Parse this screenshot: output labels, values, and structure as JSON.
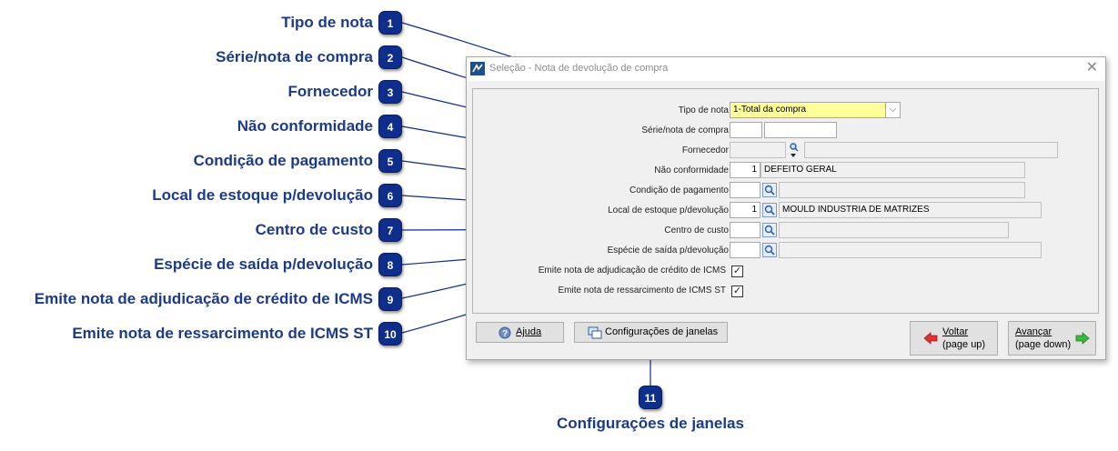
{
  "window": {
    "title": "Seleção - Nota de devolução de compra",
    "close_glyph": "✕"
  },
  "callouts": [
    {
      "num": "1",
      "label": "Tipo de nota"
    },
    {
      "num": "2",
      "label": "Série/nota de compra"
    },
    {
      "num": "3",
      "label": "Fornecedor"
    },
    {
      "num": "4",
      "label": "Não conformidade"
    },
    {
      "num": "5",
      "label": "Condição de pagamento"
    },
    {
      "num": "6",
      "label": "Local de estoque p/devolução"
    },
    {
      "num": "7",
      "label": "Centro de custo"
    },
    {
      "num": "8",
      "label": "Espécie de saída p/devolução"
    },
    {
      "num": "9",
      "label": "Emite nota de adjudicação de crédito de ICMS"
    },
    {
      "num": "10",
      "label": "Emite nota de ressarcimento de ICMS ST"
    },
    {
      "num": "11",
      "label": "Configurações de janelas"
    }
  ],
  "form": {
    "tipo_nota": {
      "label": "Tipo de nota",
      "value": "1-Total da compra"
    },
    "serie_nota": {
      "label": "Série/nota de compra",
      "serie": "",
      "nota": ""
    },
    "fornecedor": {
      "label": "Fornecedor",
      "code": "",
      "name": ""
    },
    "nao_conformidade": {
      "label": "Não conformidade",
      "code": "1",
      "desc": "DEFEITO GERAL"
    },
    "condicao_pagamento": {
      "label": "Condição de pagamento",
      "code": "",
      "desc": ""
    },
    "local_estoque": {
      "label": "Local de estoque p/devolução",
      "code": "1",
      "desc": "MOULD INDUSTRIA DE MATRIZES"
    },
    "centro_custo": {
      "label": "Centro de custo",
      "code": "",
      "desc": ""
    },
    "especie_saida": {
      "label": "Espécie de saída p/devolução",
      "code": "",
      "desc": ""
    },
    "adjudicacao": {
      "label": "Emite nota de adjudicação de crédito de ICMS",
      "checked": true
    },
    "ressarcimento": {
      "label": "Emite nota de ressarcimento de ICMS ST",
      "checked": true
    }
  },
  "buttons": {
    "ajuda": "Ajuda",
    "config": "Configurações de janelas",
    "voltar_line1": "Voltar",
    "voltar_line2": "(page up)",
    "avancar_line1": "Avançar",
    "avancar_line2": "(page down)"
  },
  "colors": {
    "callout_text": "#1b3a8c",
    "badge_bg": "#0f2d8a",
    "highlight_field": "#ffff99"
  }
}
